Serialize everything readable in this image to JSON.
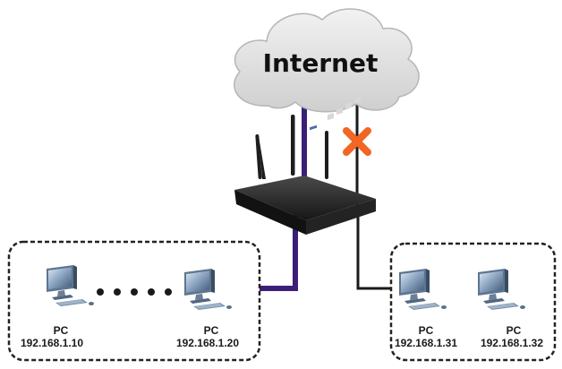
{
  "cloud": {
    "label": "Internet"
  },
  "left_group": {
    "pcs": [
      {
        "label": "PC",
        "ip": "192.168.1.10"
      },
      {
        "label": "PC",
        "ip": "192.168.1.20"
      }
    ]
  },
  "right_group": {
    "pcs": [
      {
        "label": "PC",
        "ip": "192.168.1.31"
      },
      {
        "label": "PC",
        "ip": "192.168.1.32"
      }
    ]
  },
  "colors": {
    "allowed_link": "#3b1f77",
    "blocked_link": "#1a1a1a",
    "blocked_mark": "#f26522",
    "cloud_fill": "#e6e6e6",
    "group_border": "#222222"
  },
  "icons": {
    "cloud": "cloud-icon",
    "router": "router-icon",
    "pc": "desktop-pc-icon",
    "blocked": "blocked-x-icon"
  }
}
